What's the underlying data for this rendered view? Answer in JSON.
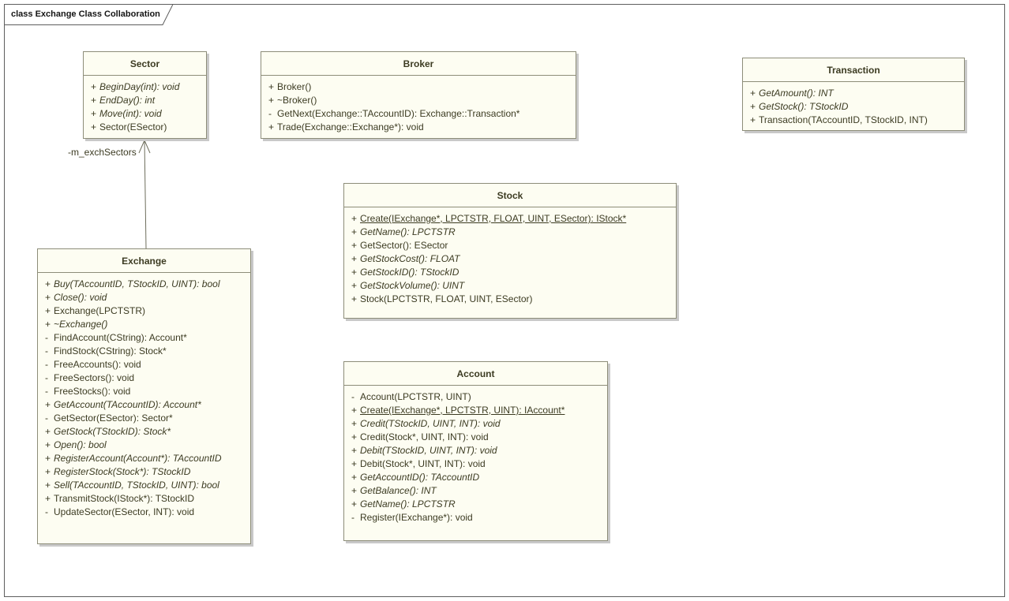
{
  "frame": {
    "label": "class Exchange Class Collaboration"
  },
  "colors": {
    "box_fill": "#fdfdf2",
    "box_border": "#8d8d79",
    "shadow": "#c9c9c9",
    "text": "#3c3b22",
    "line": "#6e6e5c",
    "frame_border": "#5e5e5e"
  },
  "connector": {
    "label": "-m_exchSectors",
    "from": "Exchange",
    "to": "Sector",
    "type": "association-open-arrow"
  },
  "classes": {
    "sector": {
      "name": "Sector",
      "members": [
        {
          "vis": "+",
          "text": "BeginDay(int): void",
          "italic": true
        },
        {
          "vis": "+",
          "text": "EndDay(): int",
          "italic": true
        },
        {
          "vis": "+",
          "text": "Move(int): void",
          "italic": true
        },
        {
          "vis": "+",
          "text": "Sector(ESector)"
        }
      ]
    },
    "broker": {
      "name": "Broker",
      "members": [
        {
          "vis": "+",
          "text": "Broker()"
        },
        {
          "vis": "+",
          "text": "~Broker()"
        },
        {
          "vis": "-",
          "text": "GetNext(Exchange::TAccountID): Exchange::Transaction*"
        },
        {
          "vis": "+",
          "text": "Trade(Exchange::Exchange*): void"
        }
      ]
    },
    "transaction": {
      "name": "Transaction",
      "members": [
        {
          "vis": "+",
          "text": "GetAmount(): INT",
          "italic": true
        },
        {
          "vis": "+",
          "text": "GetStock(): TStockID",
          "italic": true
        },
        {
          "vis": "+",
          "text": "Transaction(TAccountID, TStockID, INT)"
        }
      ]
    },
    "stock": {
      "name": "Stock",
      "members": [
        {
          "vis": "+",
          "text": "Create(IExchange*, LPCTSTR, FLOAT, UINT, ESector): IStock*",
          "underline": true
        },
        {
          "vis": "+",
          "text": "GetName(): LPCTSTR",
          "italic": true
        },
        {
          "vis": "+",
          "text": "GetSector(): ESector"
        },
        {
          "vis": "+",
          "text": "GetStockCost(): FLOAT",
          "italic": true
        },
        {
          "vis": "+",
          "text": "GetStockID(): TStockID",
          "italic": true
        },
        {
          "vis": "+",
          "text": "GetStockVolume(): UINT",
          "italic": true
        },
        {
          "vis": "+",
          "text": "Stock(LPCTSTR, FLOAT, UINT, ESector)"
        }
      ]
    },
    "exchange": {
      "name": "Exchange",
      "members": [
        {
          "vis": "+",
          "text": "Buy(TAccountID, TStockID, UINT): bool",
          "italic": true
        },
        {
          "vis": "+",
          "text": "Close(): void",
          "italic": true
        },
        {
          "vis": "+",
          "text": "Exchange(LPCTSTR)"
        },
        {
          "vis": "+",
          "text": "~Exchange()",
          "italic": true
        },
        {
          "vis": "-",
          "text": "FindAccount(CString): Account*"
        },
        {
          "vis": "-",
          "text": "FindStock(CString): Stock*"
        },
        {
          "vis": "-",
          "text": "FreeAccounts(): void"
        },
        {
          "vis": "-",
          "text": "FreeSectors(): void"
        },
        {
          "vis": "-",
          "text": "FreeStocks(): void"
        },
        {
          "vis": "+",
          "text": "GetAccount(TAccountID): Account*",
          "italic": true
        },
        {
          "vis": "-",
          "text": "GetSector(ESector): Sector*"
        },
        {
          "vis": "+",
          "text": "GetStock(TStockID): Stock*",
          "italic": true
        },
        {
          "vis": "+",
          "text": "Open(): bool",
          "italic": true
        },
        {
          "vis": "+",
          "text": "RegisterAccount(Account*): TAccountID",
          "italic": true
        },
        {
          "vis": "+",
          "text": "RegisterStock(Stock*): TStockID",
          "italic": true
        },
        {
          "vis": "+",
          "text": "Sell(TAccountID, TStockID, UINT): bool",
          "italic": true
        },
        {
          "vis": "+",
          "text": "TransmitStock(IStock*): TStockID"
        },
        {
          "vis": "-",
          "text": "UpdateSector(ESector, INT): void"
        }
      ]
    },
    "account": {
      "name": "Account",
      "members": [
        {
          "vis": "-",
          "text": "Account(LPCTSTR, UINT)"
        },
        {
          "vis": "+",
          "text": "Create(IExchange*, LPCTSTR, UINT): IAccount*",
          "underline": true
        },
        {
          "vis": "+",
          "text": "Credit(TStockID, UINT, INT): void",
          "italic": true
        },
        {
          "vis": "+",
          "text": "Credit(Stock*, UINT, INT): void"
        },
        {
          "vis": "+",
          "text": "Debit(TStockID, UINT, INT): void",
          "italic": true
        },
        {
          "vis": "+",
          "text": "Debit(Stock*, UINT, INT): void"
        },
        {
          "vis": "+",
          "text": "GetAccountID(): TAccountID",
          "italic": true
        },
        {
          "vis": "+",
          "text": "GetBalance(): INT",
          "italic": true
        },
        {
          "vis": "+",
          "text": "GetName(): LPCTSTR",
          "italic": true
        },
        {
          "vis": "-",
          "text": "Register(IExchange*): void"
        }
      ]
    }
  }
}
